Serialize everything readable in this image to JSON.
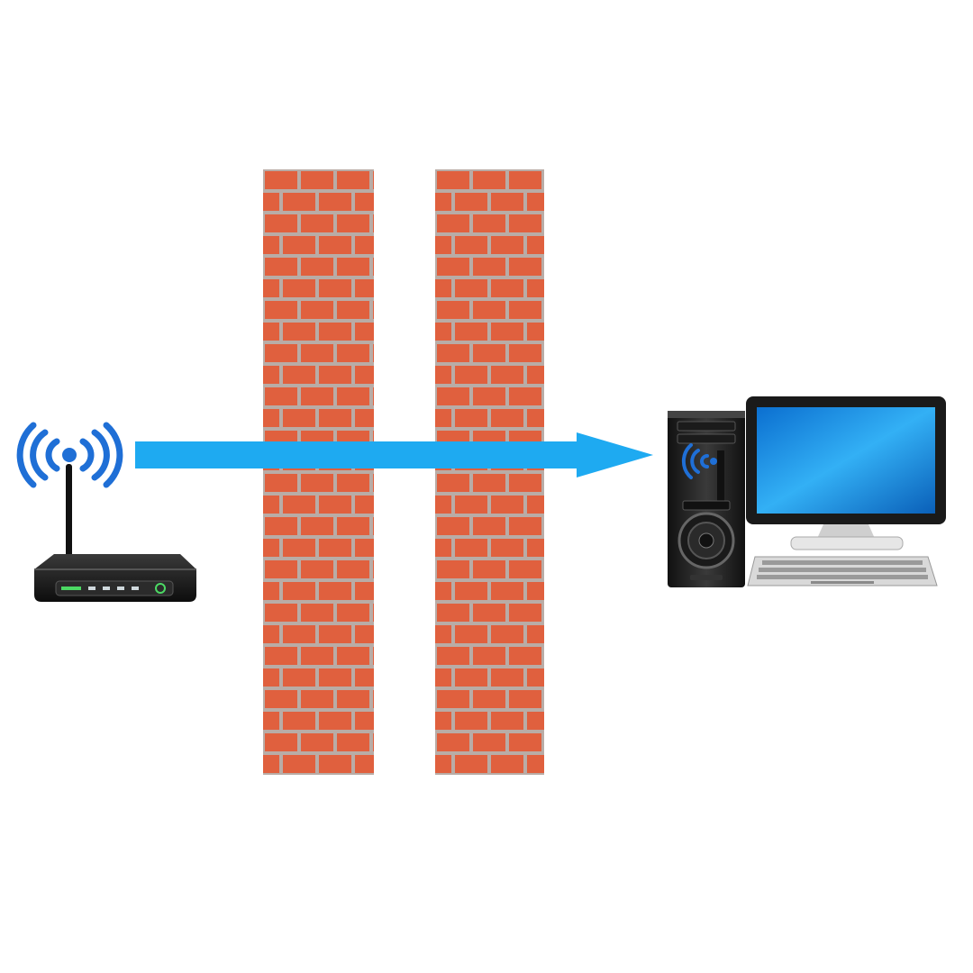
{
  "diagram": {
    "elements": [
      {
        "id": "router",
        "icon": "wifi-router-icon"
      },
      {
        "id": "wall-1",
        "icon": "brick-wall"
      },
      {
        "id": "wall-2",
        "icon": "brick-wall"
      },
      {
        "id": "computer",
        "icon": "desktop-computer-icon"
      }
    ],
    "connection": {
      "from": "router",
      "to": "computer",
      "passes_through": [
        "wall-1",
        "wall-2"
      ]
    }
  },
  "colors": {
    "brick": "#e0603e",
    "mortar": "#b9aca6",
    "arrow": "#1eaaf1",
    "wifi_signal": "#1f6fd6",
    "router_body": "#1a1a1a",
    "screen": "#1d8fe0",
    "tower": "#222222"
  }
}
